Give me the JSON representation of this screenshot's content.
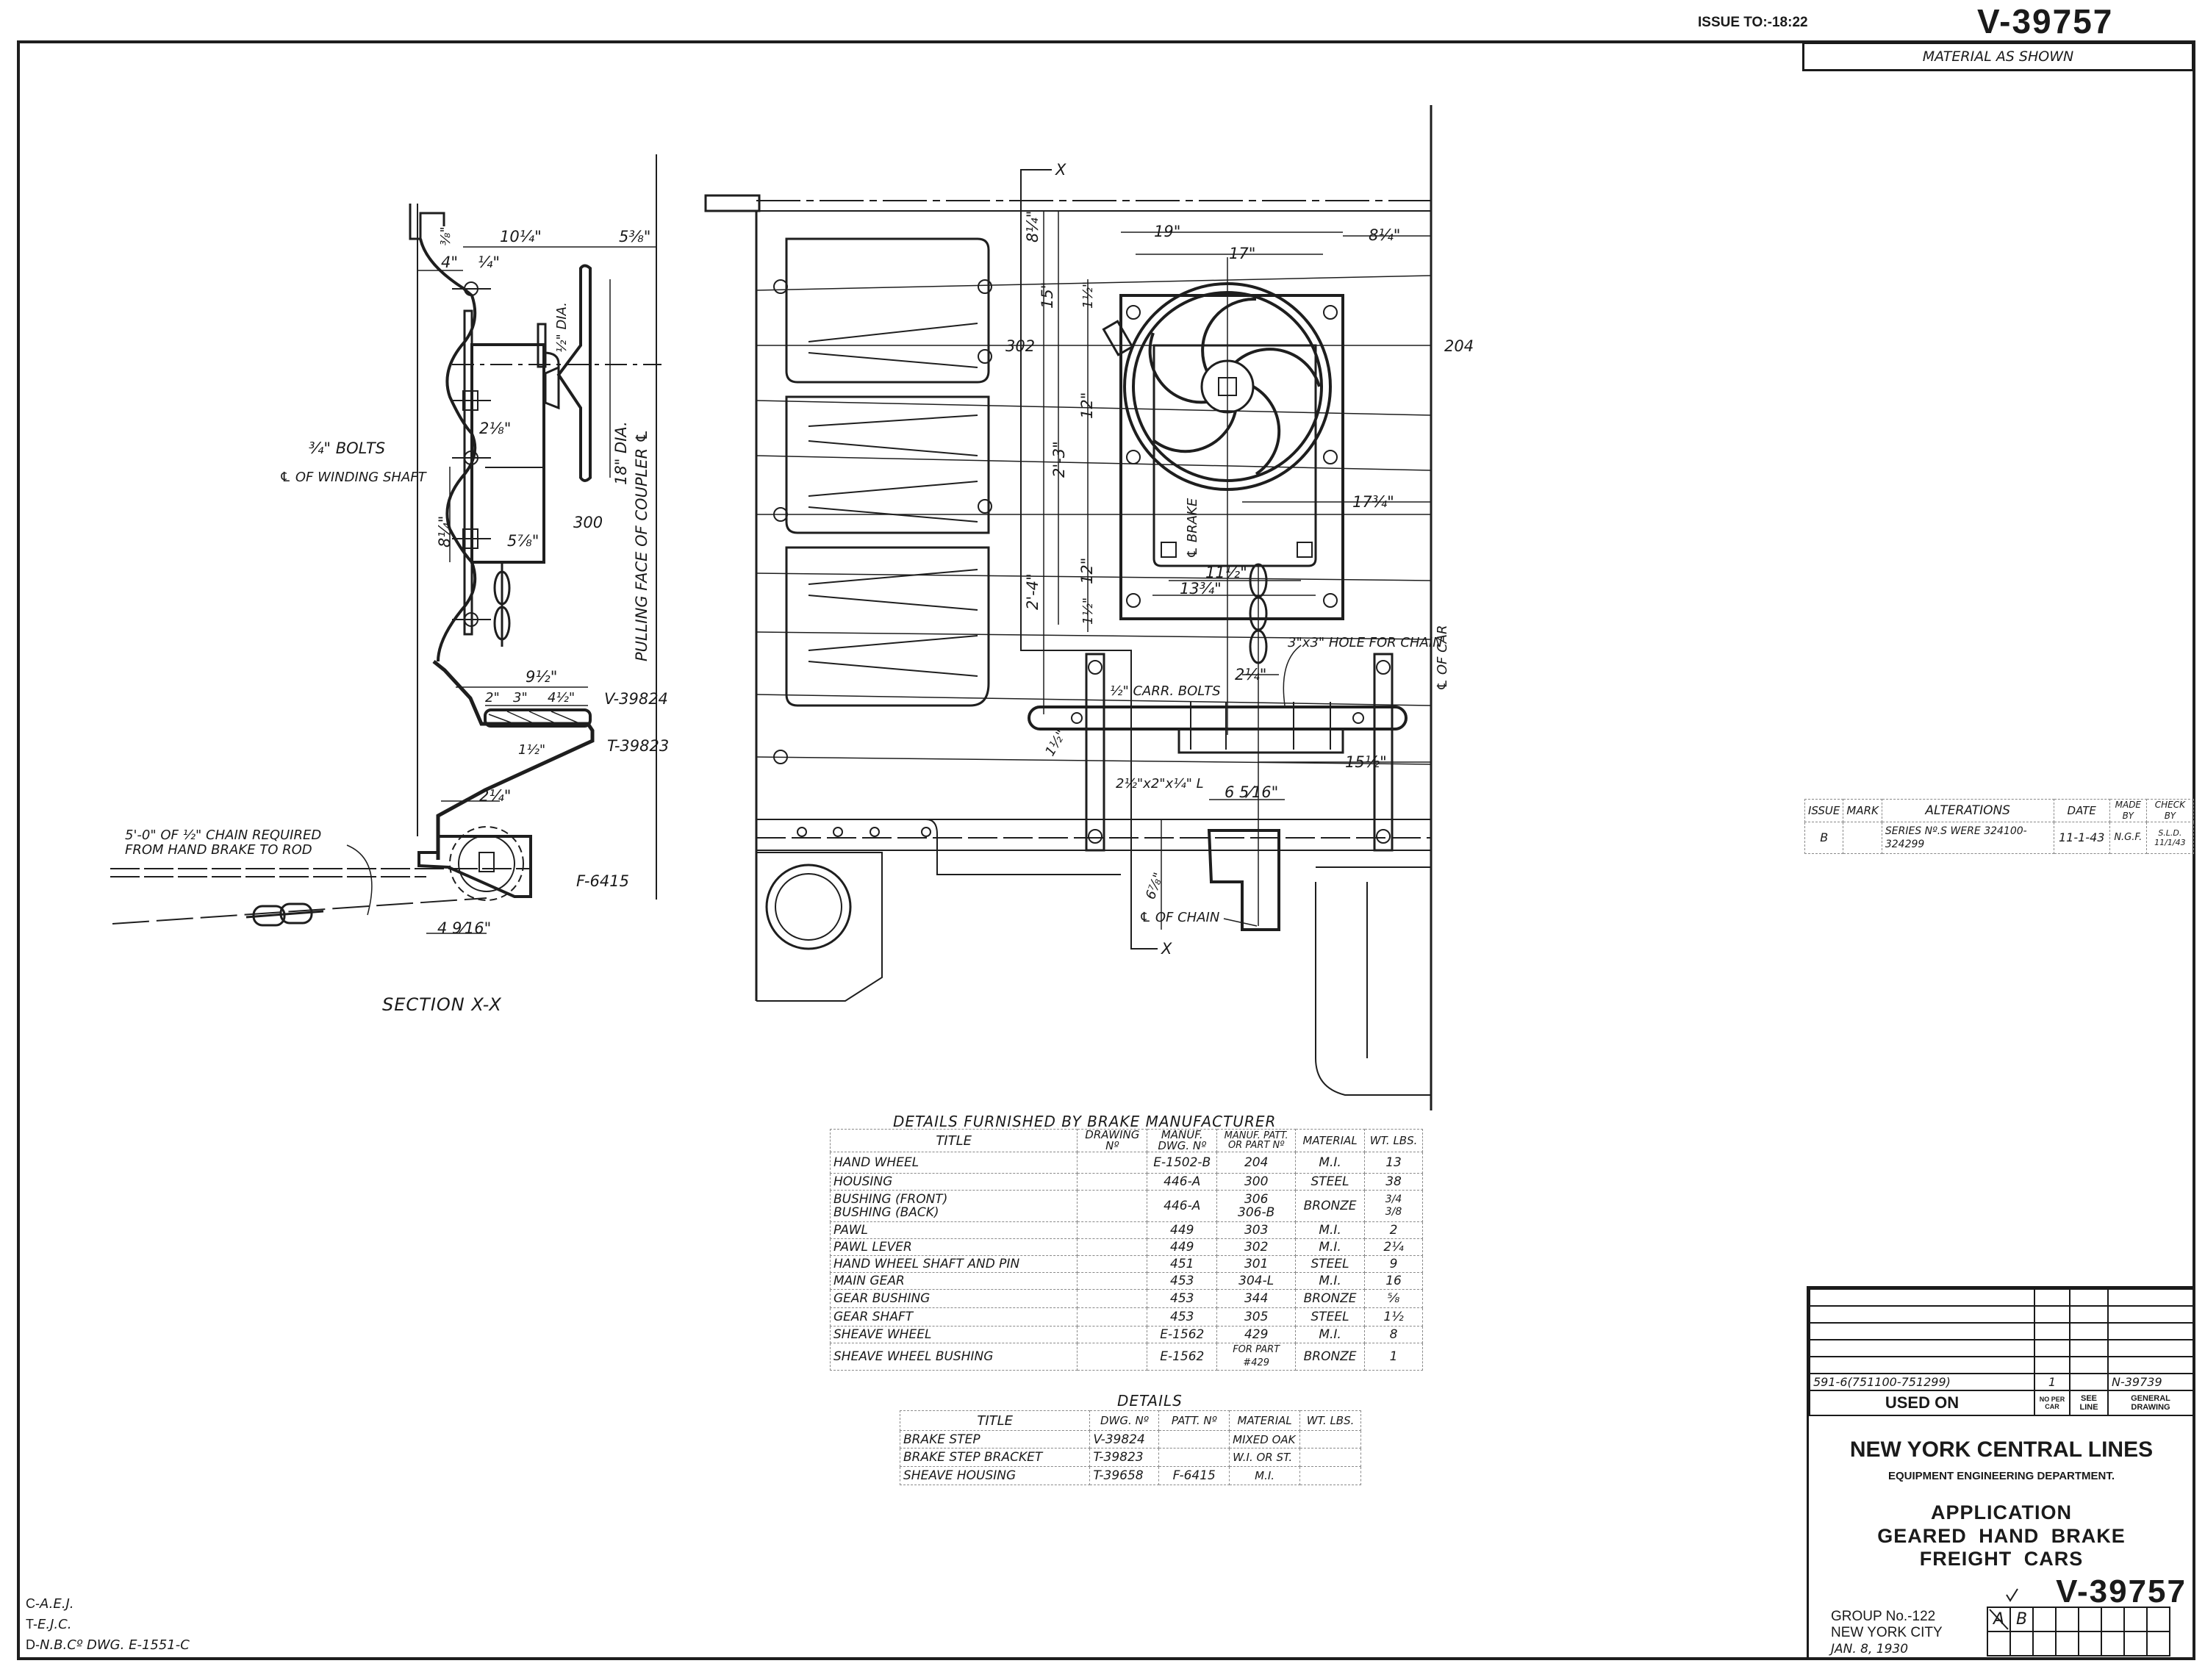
{
  "header": {
    "issue_to": "ISSUE TO:-18:22",
    "drawing_number": "V-39757",
    "material": "MATERIAL AS SHOWN"
  },
  "section_view": {
    "title": "SECTION X-X",
    "labels": {
      "dim_10_1_4": "10¼\"",
      "dim_5_3_8": "5⅜\"",
      "dim_3_8": "⅜\"",
      "dim_4": "4\"",
      "dim_1_4": "¼\"",
      "dim_half_dia": "½\" DIA.",
      "dim_18_dia": "18\" DIA.",
      "dim_2_1_8": "2⅛\"",
      "bolts": "¾\" BOLTS",
      "winding_shaft": "℄ OF WINDING SHAFT",
      "part_300": "300",
      "dim_5_7_8": "5⅞\"",
      "dim_8_1_4": "8¼\"",
      "pulling_face": "PULLING FACE OF COUPLER ℄",
      "dim_9_1_2": "9½\"",
      "dim_2": "2\"",
      "dim_3": "3\"",
      "dim_4_1_2": "4½\"",
      "step_ref": "V-39824",
      "bracket_ref": "T-39823",
      "dim_1_1_2": "1½\"",
      "dim_2_1_4": "2¼\"",
      "chain_note_1": "5'-0\" OF ½\" CHAIN REQUIRED",
      "chain_note_2": "FROM HAND BRAKE TO ROD",
      "sheave_ref": "F-6415",
      "dim_4_9_16": "4 9⁄16\""
    }
  },
  "elevation_view": {
    "labels": {
      "section_mark_top": "X",
      "section_mark_bottom": "X",
      "dim_19": "19\"",
      "dim_17": "17\"",
      "dim_8_1_4_h": "8¼\"",
      "dim_8_1_4_v": "8¼\"",
      "dim_15": "15\"",
      "dim_1_1_2_top": "1½\"",
      "part_302": "302",
      "part_204": "204",
      "dim_12_a": "12\"",
      "dim_2_3": "2'-3\"",
      "dim_17_3_4": "17¾\"",
      "brake_cl": "℄ BRAKE",
      "dim_12_b": "12\"",
      "dim_2_4": "2'-4\"",
      "dim_1_1_2_bot": "1½\"",
      "dim_11_1_2": "11½\"",
      "dim_13_3_4": "13¾\"",
      "chain_hole": "3\"x3\" HOLE FOR CHAIN",
      "car_cl": "℄ OF CAR",
      "dim_2_1_4": "2¼\"",
      "carr_bolts": "½\" CARR. BOLTS",
      "dim_1_1_2_step": "1½\"",
      "dim_15_1_2": "15½\"",
      "angle": "2½\"x2\"x¼\" L",
      "dim_6_5_16": "6 5⁄16\"",
      "dim_6_7_8": "6⅞\"",
      "chain_cl": "℄ OF CHAIN"
    }
  },
  "brake_details": {
    "title": "DETAILS FURNISHED BY BRAKE MANUFACTURER",
    "columns": [
      "TITLE",
      "DRAWING Nº",
      "MANUF. DWG. Nº",
      "MANUF. PATT. OR PART Nº",
      "MATERIAL",
      "WT. LBS."
    ],
    "rows": [
      [
        "HAND WHEEL",
        "",
        "E-1502-B",
        "204",
        "M.I.",
        "13"
      ],
      [
        "HOUSING",
        "",
        "446-A",
        "300",
        "STEEL",
        "38"
      ],
      [
        "BUSHING (FRONT)\nBUSHING (BACK)",
        "",
        "446-A",
        "306\n306-B",
        "BRONZE",
        "3/4\n3/8"
      ],
      [
        "PAWL",
        "",
        "449",
        "303",
        "M.I.",
        "2"
      ],
      [
        "PAWL LEVER",
        "",
        "449",
        "302",
        "M.I.",
        "2¼"
      ],
      [
        "HAND WHEEL SHAFT AND PIN",
        "",
        "451",
        "301",
        "STEEL",
        "9"
      ],
      [
        "MAIN GEAR",
        "",
        "453",
        "304-L",
        "M.I.",
        "16"
      ],
      [
        "GEAR BUSHING",
        "",
        "453",
        "344",
        "BRONZE",
        "⅝"
      ],
      [
        "GEAR SHAFT",
        "",
        "453",
        "305",
        "STEEL",
        "1½"
      ],
      [
        "SHEAVE WHEEL",
        "",
        "E-1562",
        "429",
        "M.I.",
        "8"
      ],
      [
        "SHEAVE WHEEL BUSHING",
        "",
        "E-1562",
        "FOR PART #429",
        "BRONZE",
        "1"
      ]
    ]
  },
  "details": {
    "title": "DETAILS",
    "columns": [
      "TITLE",
      "DWG. Nº",
      "PATT. Nº",
      "MATERIAL",
      "WT. LBS."
    ],
    "rows": [
      [
        "BRAKE STEP",
        "V-39824",
        "",
        "MIXED OAK",
        ""
      ],
      [
        "BRAKE STEP BRACKET",
        "T-39823",
        "",
        "W.I. OR ST.",
        ""
      ],
      [
        "SHEAVE HOUSING",
        "T-39658",
        "F-6415",
        "M.I.",
        ""
      ]
    ]
  },
  "alterations": {
    "columns": [
      "ISSUE",
      "MARK",
      "ALTERATIONS",
      "DATE",
      "MADE BY",
      "CHECK BY"
    ],
    "rows": [
      [
        "B",
        "",
        "SERIES Nº.S WERE 324100-\n324299",
        "11-1-43",
        "N.G.F.",
        "S.L.D.\n11/1/43"
      ]
    ]
  },
  "title_block": {
    "used_on_value": "591-6(751100-751299)",
    "no_per_car_value": "1",
    "see_line_value": "",
    "general_drawing_value": "N-39739",
    "used_on_label": "USED ON",
    "no_per_car_label": "NO PER CAR",
    "see_line_label": "SEE LINE",
    "general_drawing_label": "GENERAL DRAWING",
    "company": "NEW YORK CENTRAL LINES",
    "department": "EQUIPMENT ENGINEERING DEPARTMENT.",
    "title_line_1": "APPLICATION",
    "title_line_2": "GEARED HAND BRAKE",
    "title_line_3": "FREIGHT CARS",
    "drawing_number": "V-39757",
    "group": "GROUP No.-122",
    "city": "NEW YORK CITY",
    "date": "JAN. 8, 1930",
    "issues": [
      "A",
      "B"
    ]
  },
  "signatures": {
    "c_prefix": "C-",
    "c": "A.E.J.",
    "t_prefix": "T-",
    "t": "E.J.C.",
    "d_prefix": "D-",
    "d": "N.B.Cº DWG. E-1551-C"
  }
}
